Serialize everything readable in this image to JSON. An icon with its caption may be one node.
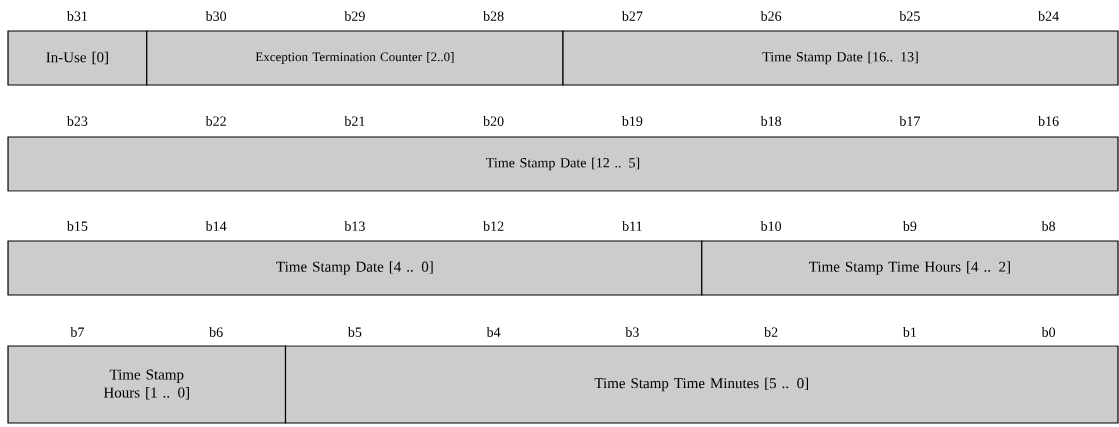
{
  "diagram": {
    "nodes": [
      {
        "text": [
          "In-Use [0]"
        ]
      },
      {
        "text": [
          "Exception Termination Counter  [2..0]"
        ]
      },
      {
        "text": [
          "Time Stamp Date [16.. 13]"
        ]
      },
      {
        "text": [
          "Time Stamp Date [12 .. 5]"
        ]
      },
      {
        "text": [
          "Time Stamp Date [4 .. 0]"
        ]
      },
      {
        "text": [
          "Time Stamp Time Hours [4 .. 2]"
        ]
      },
      {
        "text": [
          "Time Stamp Hours [1 .. 0]"
        ]
      },
      {
        "text": [
          "Time Stamp Time Minutes [5 .. 0]"
        ]
      }
    ],
    "labels": [
      "b31",
      "b30",
      "b29",
      "b28",
      "b27",
      "b26",
      "b25",
      "b24",
      "b23",
      "b22",
      "b21",
      "b20",
      "b19",
      "b18",
      "b17",
      "b16",
      "b15",
      "b14",
      "b13",
      "b12",
      "b11",
      "b10",
      "b9",
      "b8",
      "b7",
      "b6",
      "b5",
      "b4",
      "b3",
      "b2",
      "b1",
      "b0"
    ]
  }
}
